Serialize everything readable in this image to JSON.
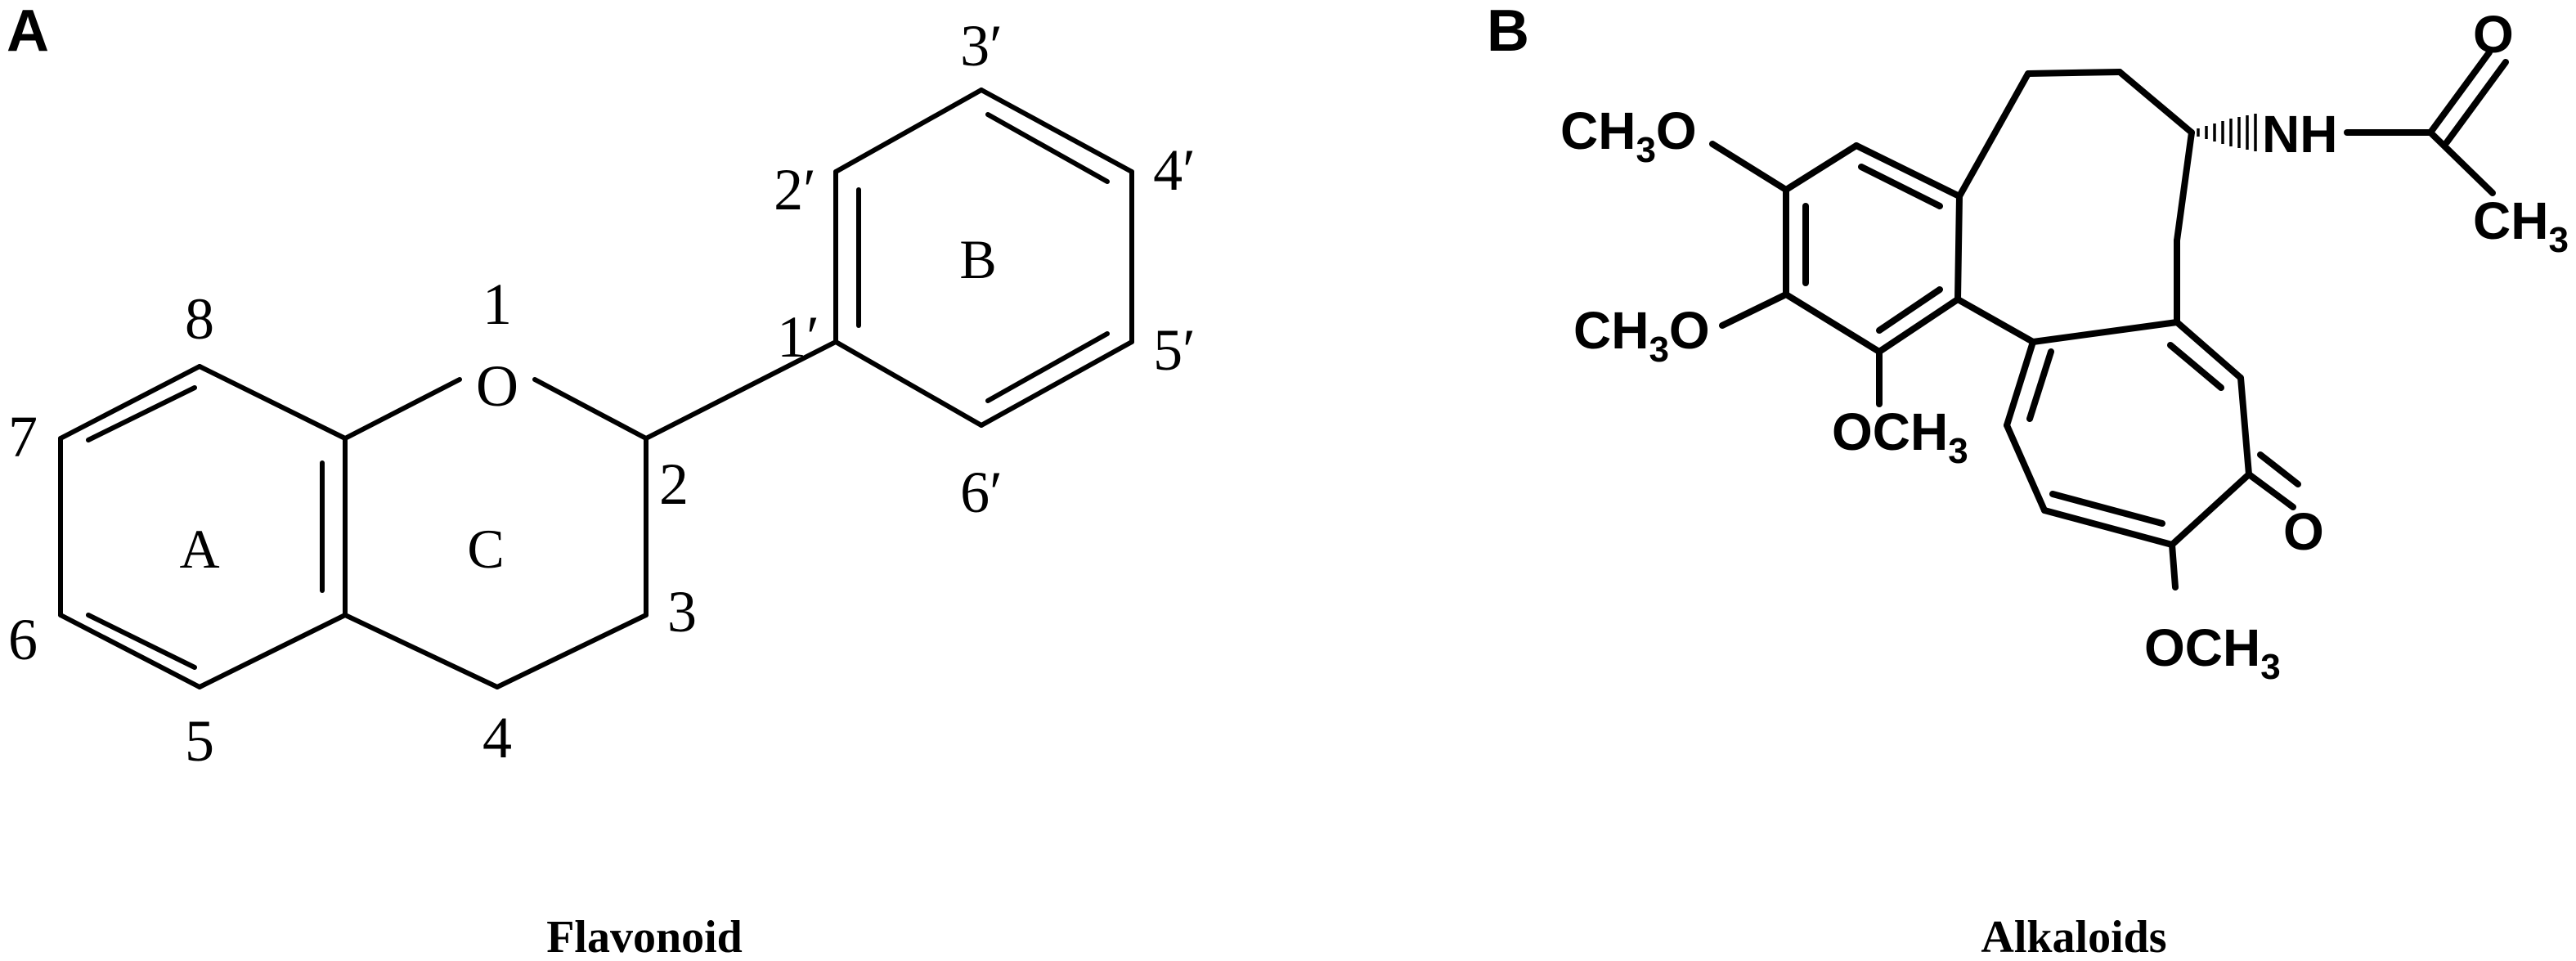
{
  "panel_a": {
    "letter": "A",
    "caption": "Flavonoid",
    "atoms": {
      "o1": "O",
      "n1": "1",
      "n2": "2",
      "n3": "3",
      "n4": "4",
      "n5": "5",
      "n6": "6",
      "n7": "7",
      "n8": "8",
      "p1": "1′",
      "p2": "2′",
      "p3": "3′",
      "p4": "4′",
      "p5": "5′",
      "p6": "6′"
    },
    "rings": {
      "a": "A",
      "b": "B",
      "c": "C"
    }
  },
  "panel_b": {
    "letter": "B",
    "caption": "Alkaloids",
    "groups": {
      "och3_1_pre": "CH",
      "och3_1_sub": "3",
      "och3_1_post": "O",
      "och3_2_pre": "CH",
      "och3_2_sub": "3",
      "och3_2_post": "O",
      "och3_3_pre": "OCH",
      "och3_3_sub": "3",
      "och3_4_pre": "OCH",
      "och3_4_sub": "3",
      "nh": "NH",
      "o_acyl": "O",
      "ch3_pre": "CH",
      "ch3_sub": "3",
      "o_ketone": "O"
    }
  }
}
